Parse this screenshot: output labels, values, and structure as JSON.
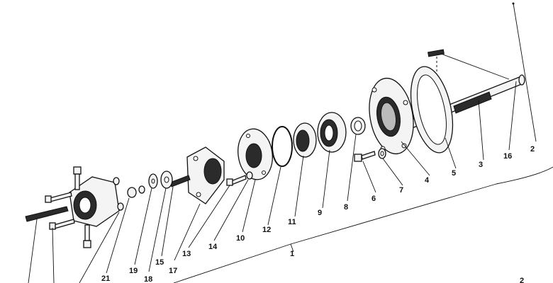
{
  "diagram": {
    "callouts": {
      "c1": "1",
      "c2": "2",
      "c3": "3",
      "c4": "4",
      "c5": "5",
      "c6": "6",
      "c7": "7",
      "c8": "8",
      "c9": "9",
      "c10": "10",
      "c11": "11",
      "c12": "12",
      "c13": "13",
      "c14": "14",
      "c15": "15",
      "c16": "16",
      "c17": "17",
      "c18": "18",
      "c19": "19",
      "c21": "21"
    },
    "corner_mark": "2"
  }
}
